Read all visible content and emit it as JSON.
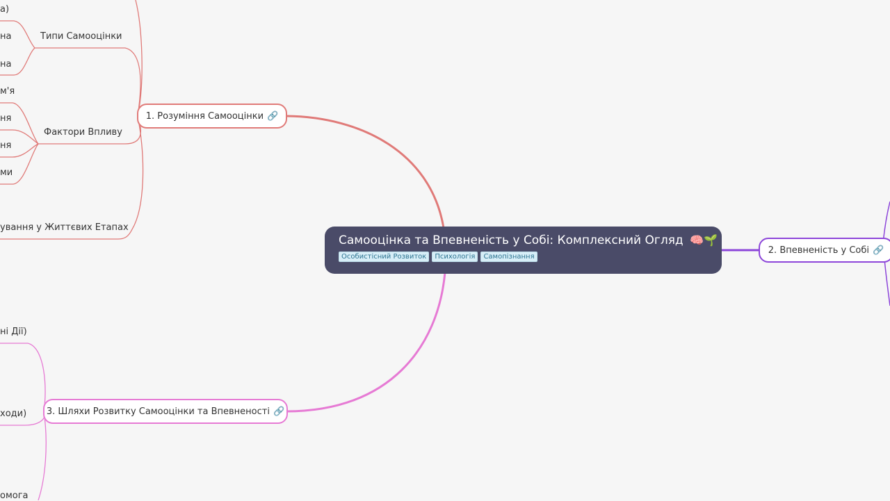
{
  "root": {
    "title": "Самооцінка та Впевненість у Собі: Комплексний Огляд",
    "emoji": "🧠🌱",
    "tags": [
      "Особистісний Розвиток",
      "Психологія",
      "Самопізнання"
    ]
  },
  "branches": {
    "b1": {
      "label": "1. Розуміння Самооцінки",
      "link_icon": "🔗",
      "color": "#e07a78"
    },
    "b2": {
      "label": "2. Впевненість у Собі",
      "link_icon": "🔗",
      "color": "#8c45d9"
    },
    "b3": {
      "label": "3. Шляхи Розвитку Самооцінки та Впевненості",
      "link_icon": "🔗",
      "color": "#e67ad4"
    }
  },
  "subtopics": {
    "types": "Типи Самооцінки",
    "factors": "Фактори Впливу",
    "life_stages": "ування у Життєвих Етапах"
  },
  "leaves": {
    "l1": "а)",
    "l2": "на",
    "l3": "на",
    "l4": "м'я",
    "l5": "ня",
    "l6": "ня",
    "l7": "ми",
    "l8": "ні Дії)",
    "l9": "ходи)",
    "l10": "омога"
  }
}
